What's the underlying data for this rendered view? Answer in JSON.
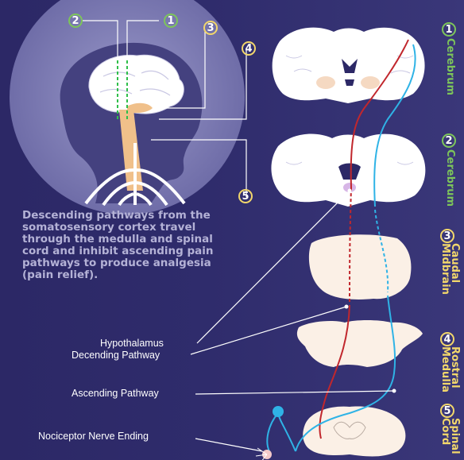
{
  "description": "Descending pathways from the somatosensory cortex travel through the medulla and spinal cord and inhibit ascending pain pathways to produce analgesia (pain relief).",
  "labels": {
    "hypothalamus": "Hypothalamus",
    "descending": "Decending Pathway",
    "ascending": "Ascending Pathway",
    "nociceptor": "Nociceptor Nerve Ending"
  },
  "callouts": [
    "1",
    "2",
    "3",
    "4",
    "5"
  ],
  "sections": [
    {
      "num": "1",
      "line1": "Cerebrum",
      "line2": ""
    },
    {
      "num": "2",
      "line1": "Cerebrum",
      "line2": ""
    },
    {
      "num": "3",
      "line1": "Caudal",
      "line2": "Midbrain"
    },
    {
      "num": "4",
      "line1": "Rostral",
      "line2": "Medulla"
    },
    {
      "num": "5",
      "line1": "Spinal",
      "line2": "Cord"
    }
  ],
  "colors": {
    "background": "#2c2866",
    "descending_pathway": "#c1272d",
    "ascending_pathway": "#2fb3e6",
    "cerebrum_label": "#7dc55a",
    "lower_label": "#f2d76b",
    "spinal_column": "#f0c08a"
  }
}
